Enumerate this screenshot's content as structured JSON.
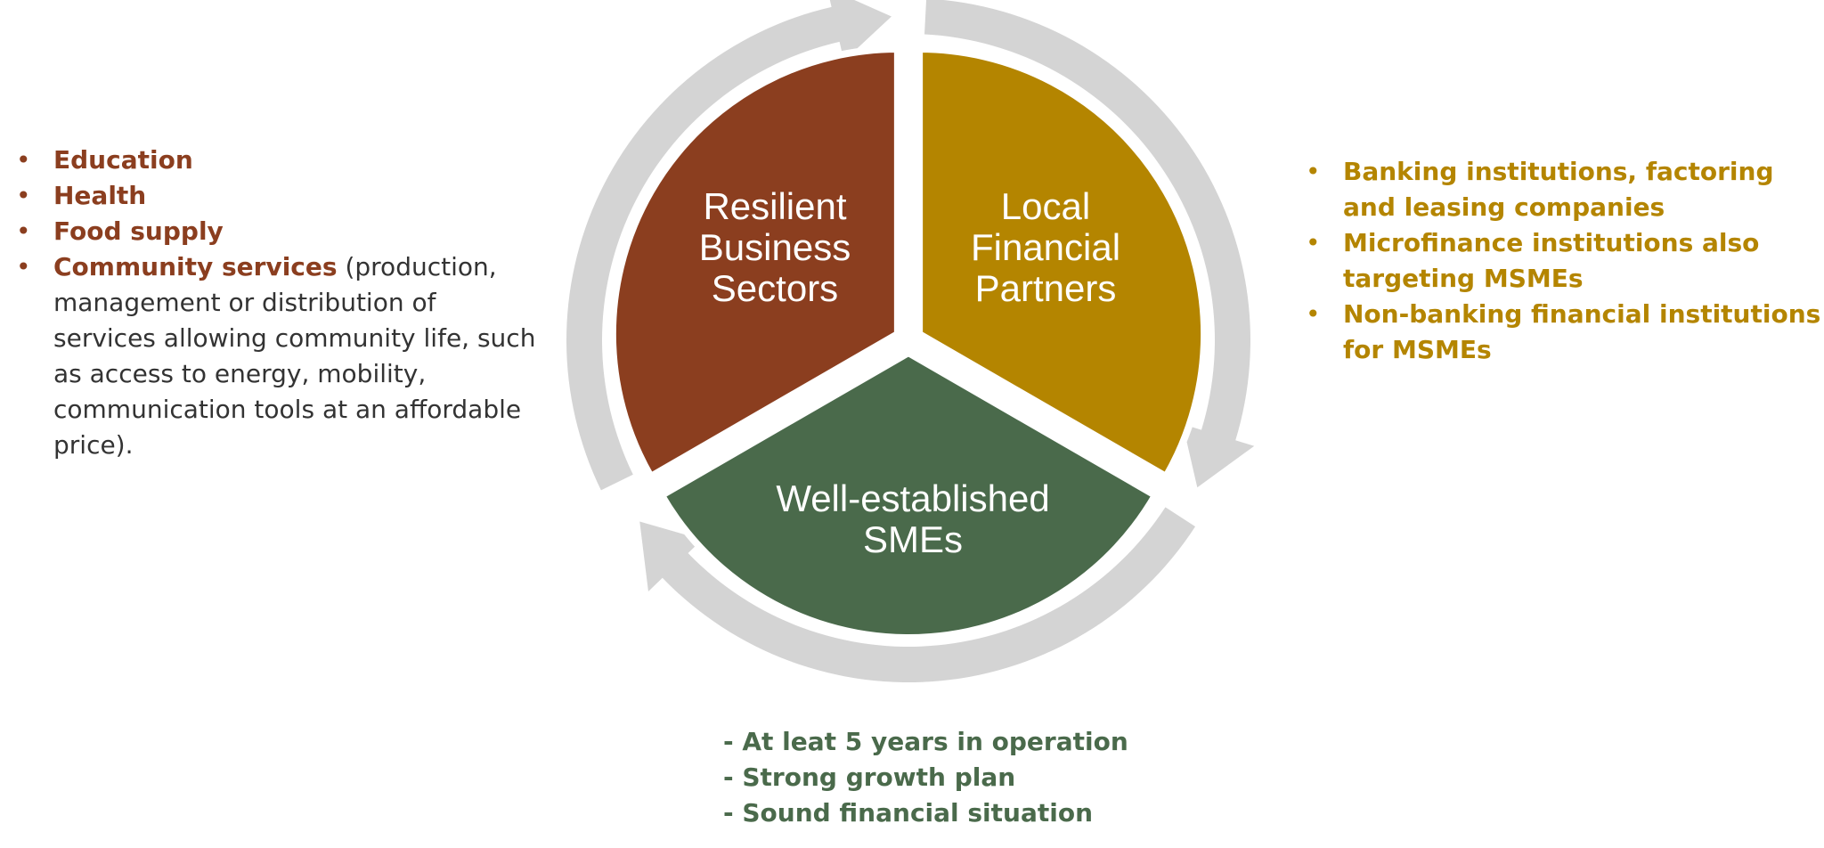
{
  "colors": {
    "resilient": "#8b3e1f",
    "financial": "#b48500",
    "smes": "#4a6a4b",
    "arrow": "#d4d4d4"
  },
  "diagram": {
    "segments": [
      {
        "key": "resilient",
        "lines": [
          "Resilient",
          "Business",
          "Sectors"
        ]
      },
      {
        "key": "financial",
        "lines": [
          "Local",
          "Financial",
          "Partners"
        ]
      },
      {
        "key": "smes",
        "lines": [
          "Well-established",
          "SMEs"
        ]
      }
    ]
  },
  "left_list": {
    "bullet": "•",
    "items": [
      {
        "bold": "Education",
        "rest": ""
      },
      {
        "bold": "Health",
        "rest": ""
      },
      {
        "bold": "Food supply",
        "rest": ""
      },
      {
        "bold": "Community services",
        "rest": " (production, management or distribution of services allowing community life, such as access to energy, mobility, communication tools at an affordable price)."
      }
    ]
  },
  "right_list": {
    "bullet": "•",
    "items": [
      "Banking institutions, factoring and leasing companies",
      "Microfinance institutions also targeting MSMEs",
      "Non-banking financial institutions for MSMEs"
    ]
  },
  "bottom_list": {
    "items": [
      "- At leat 5 years in operation",
      "- Strong growth plan",
      "- Sound financial situation"
    ]
  }
}
